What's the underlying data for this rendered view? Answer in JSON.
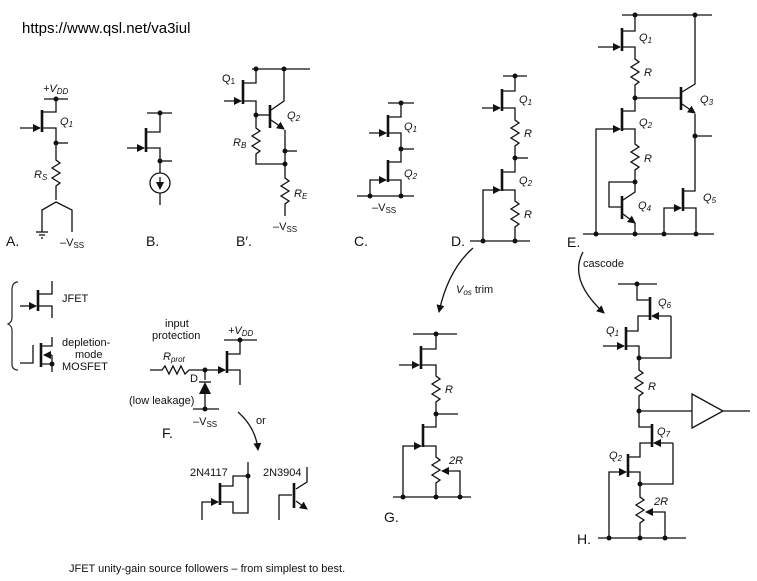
{
  "header": {
    "url": "https://www.qsl.net/va3iul"
  },
  "caption": "JFET unity-gain source followers – from simplest to best.",
  "panels": {
    "A": {
      "label": "A.",
      "vdd": "+V",
      "vdd_sub": "DD",
      "q1": "Q",
      "q1_sub": "1",
      "rs": "R",
      "rs_sub": "S",
      "vss": "–V",
      "vss_sub": "SS"
    },
    "B": {
      "label": "B."
    },
    "Bp": {
      "label": "B′.",
      "q1": "Q",
      "q1_sub": "1",
      "q2": "Q",
      "q2_sub": "2",
      "rb": "R",
      "rb_sub": "B",
      "re": "R",
      "re_sub": "E",
      "vss": "–V",
      "vss_sub": "SS"
    },
    "C": {
      "label": "C.",
      "q1": "Q",
      "q1_sub": "1",
      "q2": "Q",
      "q2_sub": "2",
      "vss": "–V",
      "vss_sub": "SS"
    },
    "D": {
      "label": "D.",
      "q1": "Q",
      "q1_sub": "1",
      "q2": "Q",
      "q2_sub": "2",
      "r1": "R",
      "r2": "R"
    },
    "E": {
      "label": "E.",
      "q1": "Q",
      "q1_sub": "1",
      "q2": "Q",
      "q2_sub": "2",
      "q3": "Q",
      "q3_sub": "3",
      "q4": "Q",
      "q4_sub": "4",
      "q5": "Q",
      "q5_sub": "5",
      "r1": "R",
      "r2": "R"
    },
    "legend": {
      "jfet": "JFET",
      "mosfet_line1": "depletion-",
      "mosfet_line2": "mode",
      "mosfet_line3": "MOSFET"
    },
    "F": {
      "label": "F.",
      "title_line1": "input",
      "title_line2": "protection",
      "vdd": "+V",
      "vdd_sub": "DD",
      "rprot": "R",
      "rprot_sub": "prot",
      "diode": "D",
      "diode_note": "(low leakage)",
      "vss": "–V",
      "vss_sub": "SS",
      "or": "or",
      "part1": "2N4117",
      "part2": "2N3904"
    },
    "G": {
      "label": "G.",
      "arrow_label": "V",
      "arrow_label_sub": "os",
      "arrow_label_tail": " trim",
      "r": "R",
      "pot": "2R"
    },
    "H": {
      "label": "H.",
      "arrow_label": "cascode",
      "q6": "Q",
      "q6_sub": "6",
      "q1": "Q",
      "q1_sub": "1",
      "q7": "Q",
      "q7_sub": "7",
      "q2": "Q",
      "q2_sub": "2",
      "r": "R",
      "pot": "2R"
    }
  }
}
